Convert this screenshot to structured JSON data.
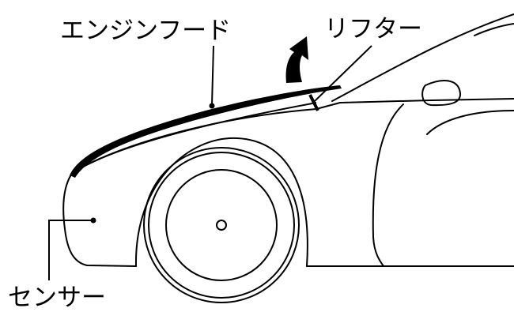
{
  "labels": {
    "engine_hood": "エンジンフード",
    "lifter": "リフター",
    "sensor": "センサー"
  },
  "colors": {
    "line": "#000000",
    "background": "#ffffff"
  }
}
